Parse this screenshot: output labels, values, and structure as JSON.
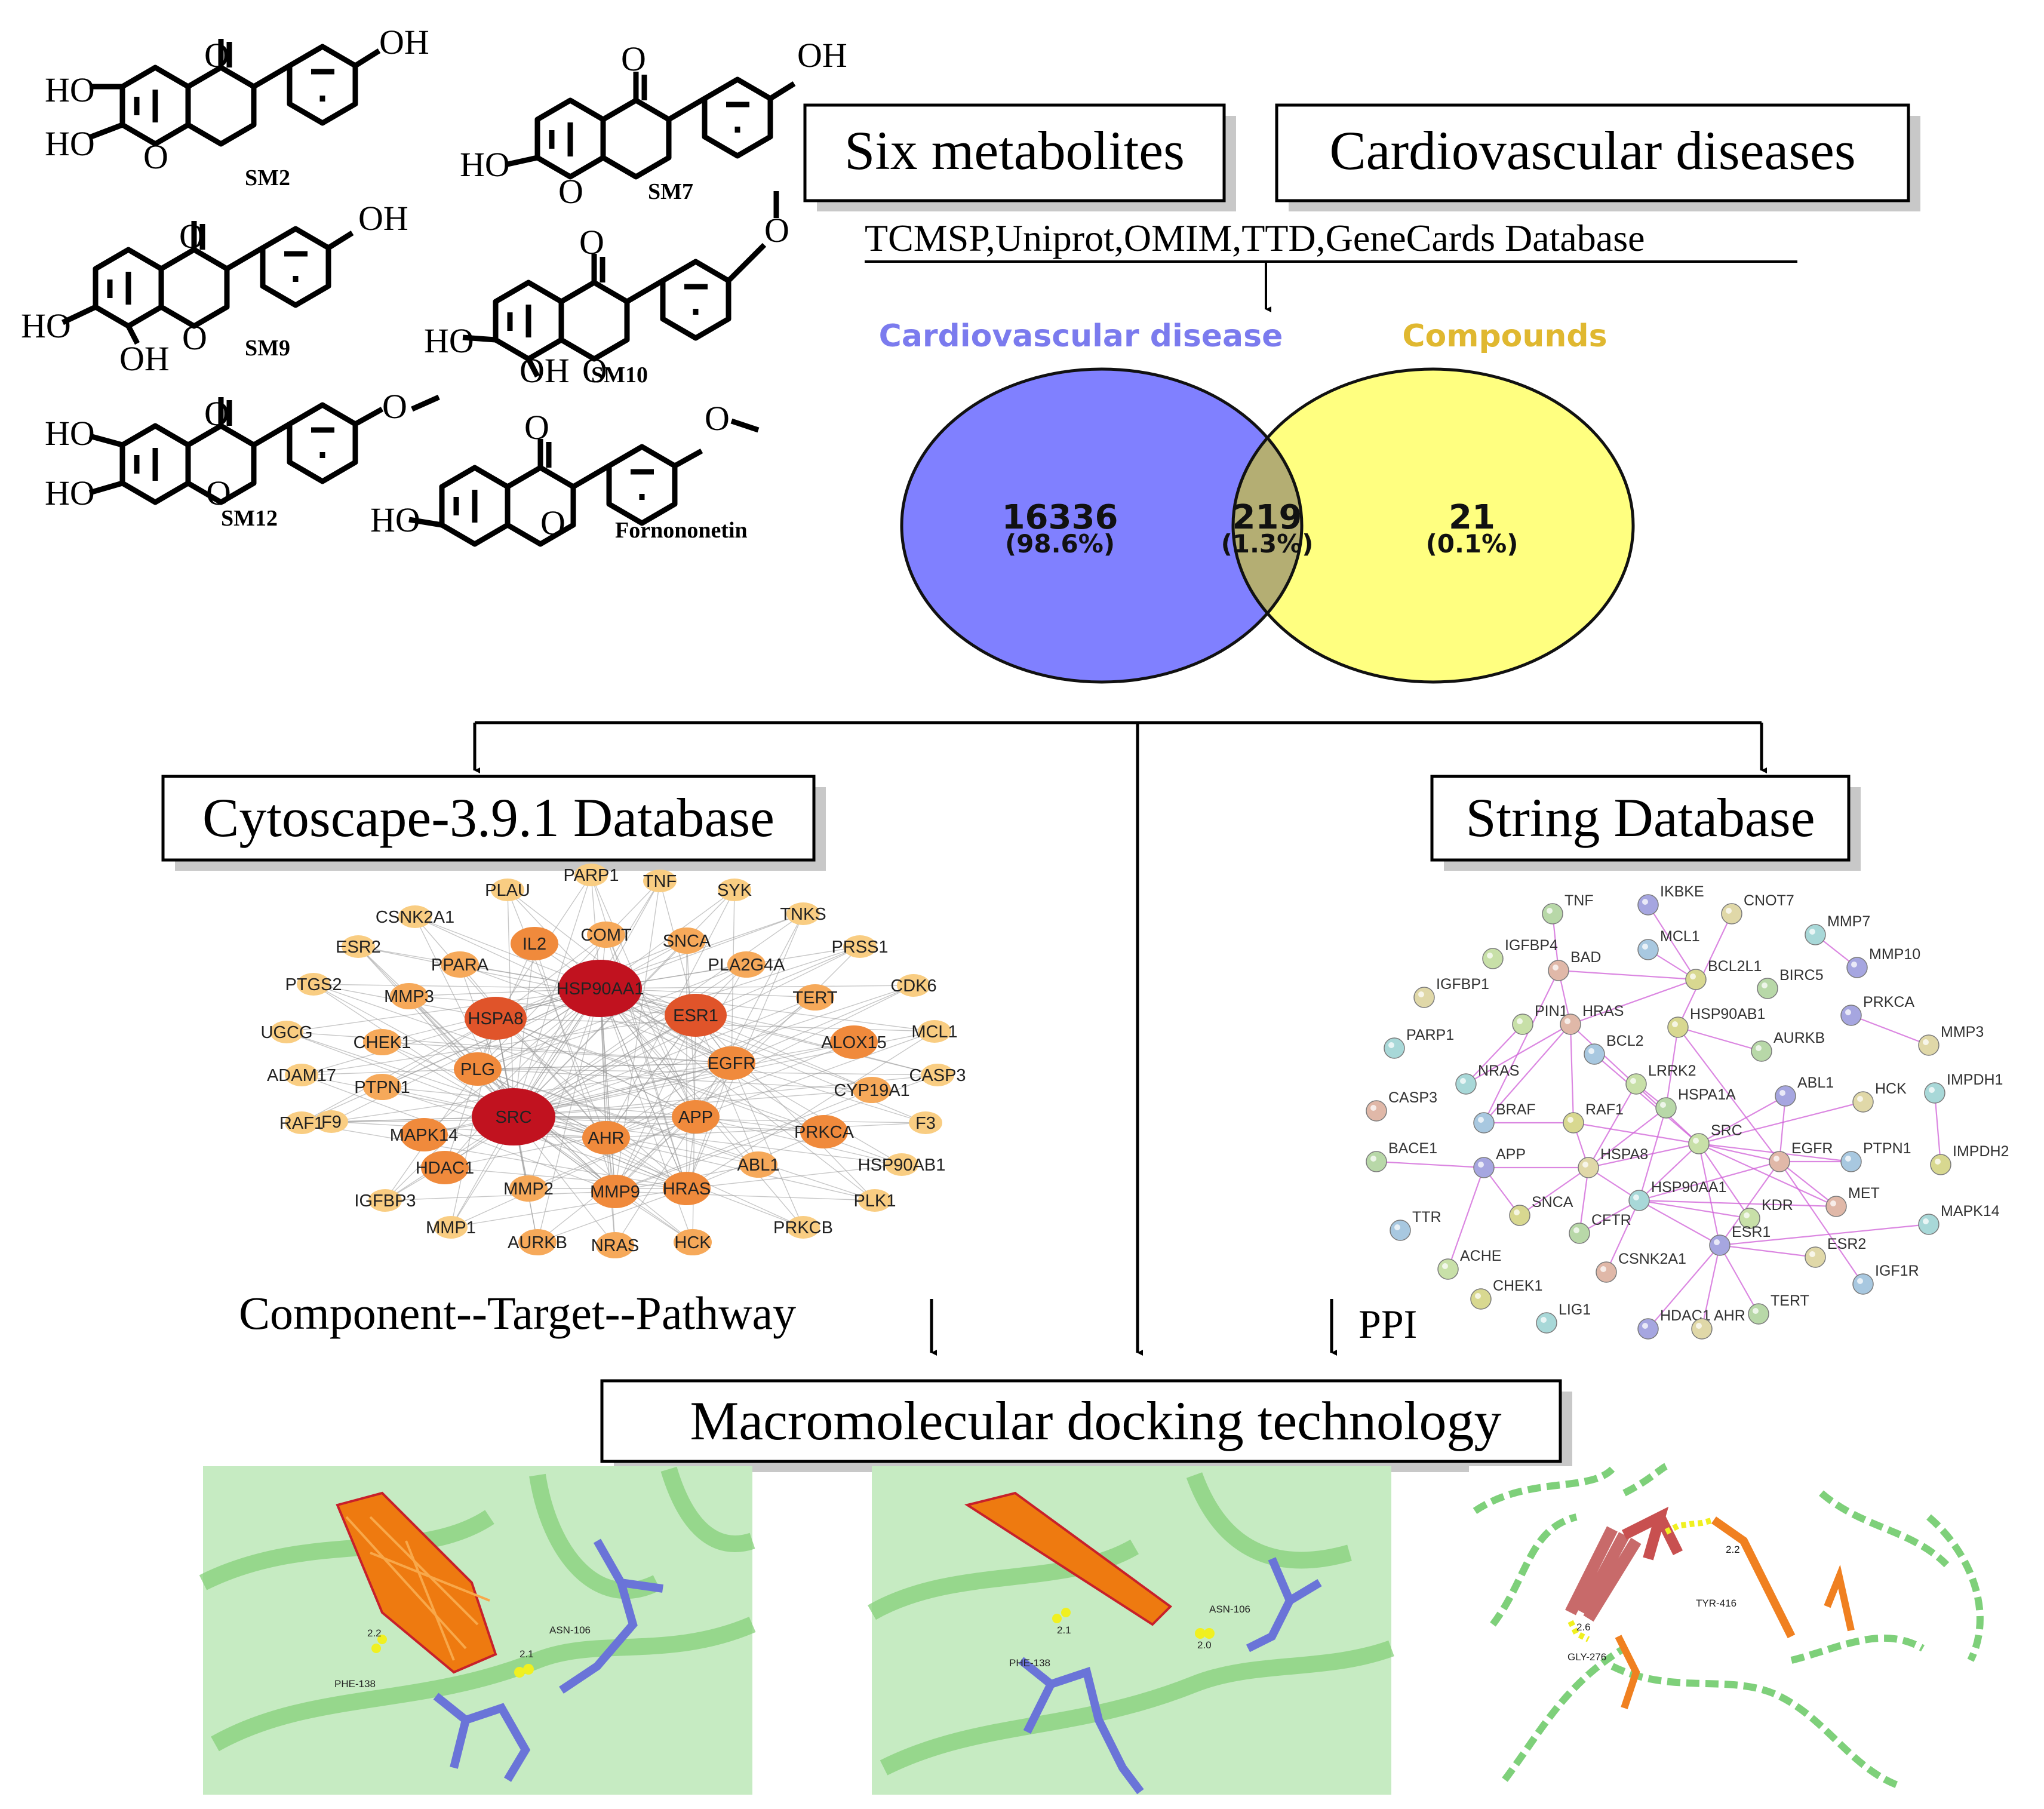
{
  "compounds": [
    {
      "id": "sm2",
      "label": "SM2",
      "substituents": [
        "HO",
        "HO",
        "OH"
      ]
    },
    {
      "id": "sm7",
      "label": "SM7",
      "substituents": [
        "HO",
        "OH"
      ]
    },
    {
      "id": "sm9",
      "label": "SM9",
      "substituents": [
        "HO",
        "OH",
        "OH"
      ]
    },
    {
      "id": "sm10",
      "label": "SM10",
      "substituents": [
        "HO",
        "OH",
        "O"
      ]
    },
    {
      "id": "sm12",
      "label": "SM12",
      "substituents": [
        "HO",
        "HO",
        "O"
      ]
    },
    {
      "id": "formononetin",
      "label": "Fornononetin",
      "substituents": [
        "HO",
        "O"
      ]
    }
  ],
  "boxes": {
    "metabolites": "Six metabolites",
    "diseases": "Cardiovascular diseases",
    "databases": "TCMSP,Uniprot,OMIM,TTD,GeneCards  Database",
    "cytoscape": "Cytoscape-3.9.1 Database",
    "string": "String Database",
    "docking": "Macromolecular docking technology"
  },
  "venn": {
    "left_label": "Cardiovascular disease",
    "right_label": "Compounds",
    "left_count": "16336",
    "left_pct": "(98.6%)",
    "overlap_count": "219",
    "overlap_pct": "(1.3%)",
    "right_count": "21",
    "right_pct": "(0.1%)",
    "colors": {
      "left": "#8080ff",
      "right": "#ffff80",
      "overlap": "#b4ae73",
      "left_label": "#7b7bee",
      "right_label": "#e0b830"
    }
  },
  "captions": {
    "ctp": "Component--Target--Pathway",
    "ppi": "PPI"
  },
  "cytoscape_nodes": [
    {
      "label": "HSP90AA1",
      "tier": "top"
    },
    {
      "label": "SRC",
      "tier": "top"
    },
    {
      "label": "ESR1",
      "tier": "high"
    },
    {
      "label": "HSPA8",
      "tier": "high"
    },
    {
      "label": "EGFR",
      "tier": "mid"
    },
    {
      "label": "PLG",
      "tier": "mid"
    },
    {
      "label": "APP",
      "tier": "mid"
    },
    {
      "label": "AHR",
      "tier": "mid"
    },
    {
      "label": "MAPK14",
      "tier": "mid"
    },
    {
      "label": "HDAC1",
      "tier": "mid"
    },
    {
      "label": "MMP9",
      "tier": "mid"
    },
    {
      "label": "HRAS",
      "tier": "mid"
    },
    {
      "label": "PRKCA",
      "tier": "mid"
    },
    {
      "label": "IL2",
      "tier": "mid"
    },
    {
      "label": "ALOX15",
      "tier": "mid"
    },
    {
      "label": "MMP2",
      "tier": "low"
    },
    {
      "label": "ABL1",
      "tier": "low"
    },
    {
      "label": "TERT",
      "tier": "low"
    },
    {
      "label": "COMT",
      "tier": "low"
    },
    {
      "label": "MMP3",
      "tier": "low"
    },
    {
      "label": "CHEK1",
      "tier": "low"
    },
    {
      "label": "PTPN1",
      "tier": "low"
    },
    {
      "label": "CYP19A1",
      "tier": "low"
    },
    {
      "label": "PPARA",
      "tier": "low"
    },
    {
      "label": "SNCA",
      "tier": "low"
    },
    {
      "label": "PLA2G4A",
      "tier": "low"
    },
    {
      "label": "NRAS",
      "tier": "low"
    },
    {
      "label": "AURKB",
      "tier": "low"
    },
    {
      "label": "HCK",
      "tier": "low"
    },
    {
      "label": "PLAU",
      "tier": "outer"
    },
    {
      "label": "PARP1",
      "tier": "outer"
    },
    {
      "label": "TNF",
      "tier": "outer"
    },
    {
      "label": "SYK",
      "tier": "outer"
    },
    {
      "label": "TNKS",
      "tier": "outer"
    },
    {
      "label": "PRSS1",
      "tier": "outer"
    },
    {
      "label": "CDK6",
      "tier": "outer"
    },
    {
      "label": "MCL1",
      "tier": "outer"
    },
    {
      "label": "CASP3",
      "tier": "outer"
    },
    {
      "label": "F3",
      "tier": "outer"
    },
    {
      "label": "HSP90AB1",
      "tier": "outer"
    },
    {
      "label": "PLK1",
      "tier": "outer"
    },
    {
      "label": "PRKCB",
      "tier": "outer"
    },
    {
      "label": "MMP1",
      "tier": "outer"
    },
    {
      "label": "IGFBP3",
      "tier": "outer"
    },
    {
      "label": "F9",
      "tier": "outer"
    },
    {
      "label": "RAF1",
      "tier": "outer"
    },
    {
      "label": "ADAM17",
      "tier": "outer"
    },
    {
      "label": "UGCG",
      "tier": "outer"
    },
    {
      "label": "PTGS2",
      "tier": "outer"
    },
    {
      "label": "ESR2",
      "tier": "outer"
    },
    {
      "label": "CSNK2A1",
      "tier": "outer"
    }
  ],
  "string_nodes": [
    "TNF",
    "IKBKE",
    "CNOT7",
    "MMP7",
    "IGFBP4",
    "BAD",
    "MCL1",
    "BCL2L1",
    "BIRC5",
    "MMP10",
    "IGFBP1",
    "PARP1",
    "PIN1",
    "HRAS",
    "BCL2",
    "HSP90AB1",
    "AURKB",
    "PRKCA",
    "MMP3",
    "NRAS",
    "LRRK2",
    "CASP3",
    "BRAF",
    "RAF1",
    "HSPA1A",
    "ABL1",
    "HCK",
    "IMPDH1",
    "SRC",
    "EGFR",
    "PTPN1",
    "IMPDH2",
    "BACE1",
    "APP",
    "HSPA8",
    "HSP90AA1",
    "KDR",
    "MET",
    "TTR",
    "SNCA",
    "CFTR",
    "ESR1",
    "ESR2",
    "MAPK14",
    "ACHE",
    "CSNK2A1",
    "IGF1R",
    "CHEK1",
    "TERT",
    "HDAC1",
    "AHR",
    "LIG1"
  ],
  "docking_panels": [
    {
      "id": "dock-1",
      "residues": [
        "PHE-138",
        "ASN-106"
      ],
      "distances": [
        "2.2",
        "2.1"
      ]
    },
    {
      "id": "dock-2",
      "residues": [
        "PHE-138",
        "ASN-106"
      ],
      "distances": [
        "2.1",
        "2.0"
      ]
    },
    {
      "id": "dock-3",
      "residues": [
        "TYR-416",
        "GLY-276"
      ],
      "distances": [
        "2.2",
        "2.6"
      ]
    }
  ]
}
